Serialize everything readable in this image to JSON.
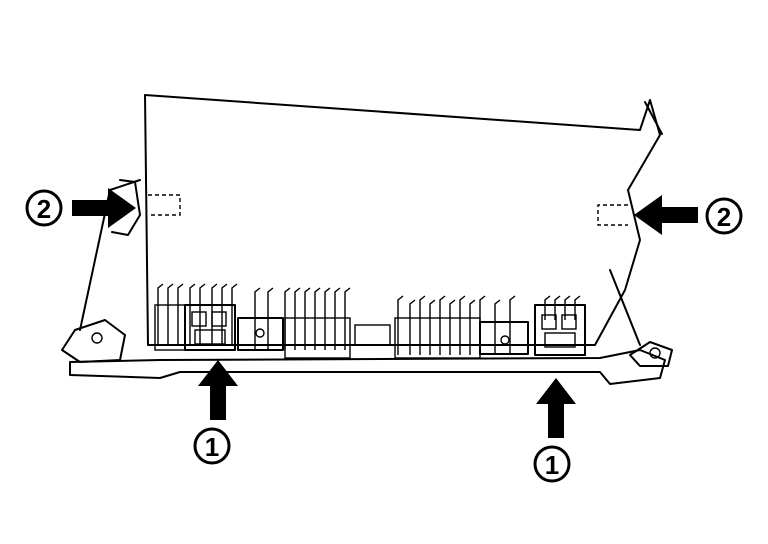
{
  "diagram": {
    "callouts": [
      {
        "id": "clip-left-bottom",
        "label": "1",
        "direction": "up"
      },
      {
        "id": "clip-right-bottom",
        "label": "1",
        "direction": "up"
      },
      {
        "id": "clip-left-side",
        "label": "2",
        "direction": "right"
      },
      {
        "id": "clip-right-side",
        "label": "2",
        "direction": "left"
      }
    ],
    "colors": {
      "line": "#000000",
      "background": "#ffffff"
    }
  }
}
